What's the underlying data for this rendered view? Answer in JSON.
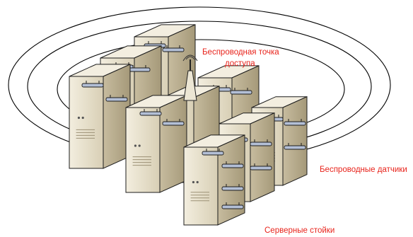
{
  "labels": {
    "access_point_line1": "Беспроводная точка",
    "access_point_line2": "доступа",
    "sensors": "Беспроводные  датчики",
    "racks": "Серверные стойки"
  },
  "colors": {
    "label": "#e8231b",
    "rack_front": "#e4dcc6",
    "rack_side": "#b9ad8e",
    "rack_top": "#f4efe1",
    "sensor": "#b3bfd6",
    "ring": "#000000"
  }
}
